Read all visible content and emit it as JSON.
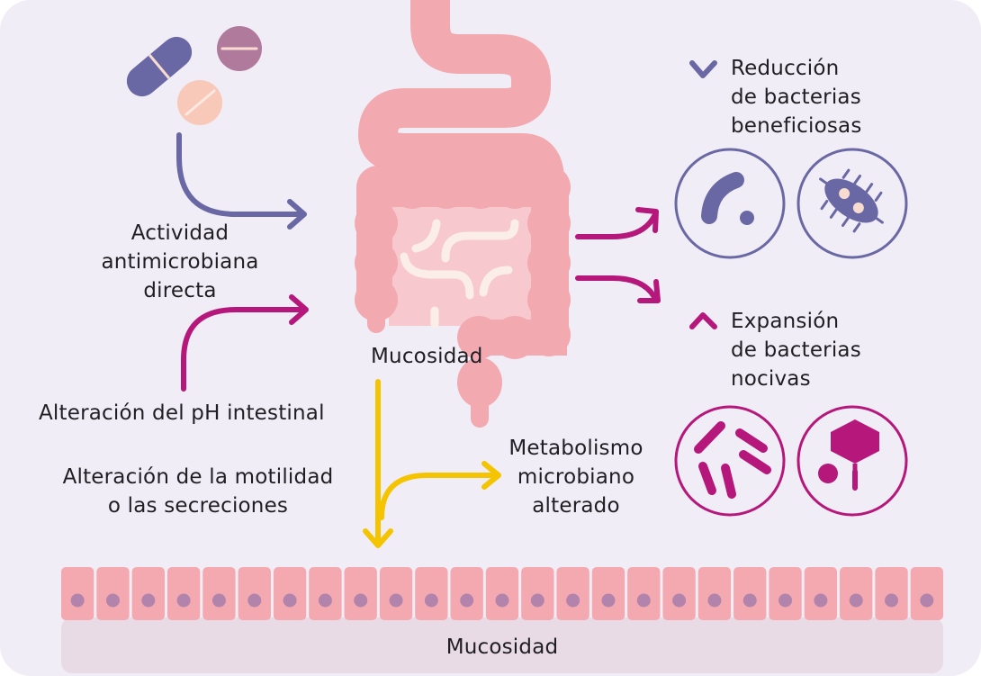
{
  "colors": {
    "background": "#f1edf6",
    "intestine": "#f3a9b0",
    "intestine_inner": "#f7c9cf",
    "villi": "#fbeee8",
    "purple_blue": "#6a68a4",
    "magenta": "#b5177a",
    "yellow": "#f5c400",
    "pill_mauve": "#b07a9c",
    "pill_peach": "#f8c9b8",
    "cell": "#f4a9b0",
    "cell_nucleus": "#b284ac",
    "mucosa_base": "#e8dbe6",
    "text": "#1f1f23"
  },
  "labels": {
    "antimicrobial": [
      "Actividad",
      "antimicrobiana",
      "directa"
    ],
    "ph": "Alteración del pH intestinal",
    "motility": [
      "Alteración de la motilidad",
      "o las secreciones"
    ],
    "mucosa_top": "Mucosidad",
    "metabolism": [
      "Metabolismo",
      "microbiano",
      "alterado"
    ],
    "reduction": [
      "Reducción",
      "de bacterias",
      "beneficiosas"
    ],
    "expansion": [
      "Expansión",
      "de bacterias",
      "nocivas"
    ],
    "mucosa_bottom": "Mucosidad"
  },
  "icons": {
    "pills": "pills-icon",
    "reduction_marker": "chevron-down-icon",
    "expansion_marker": "chevron-up-icon",
    "beneficial_1": "curved-bacterium-icon",
    "beneficial_2": "ciliated-bacterium-icon",
    "harmful_1": "rod-bacteria-icon",
    "harmful_2": "bacteriophage-icon"
  },
  "epithelium": {
    "cell_count": 25
  }
}
